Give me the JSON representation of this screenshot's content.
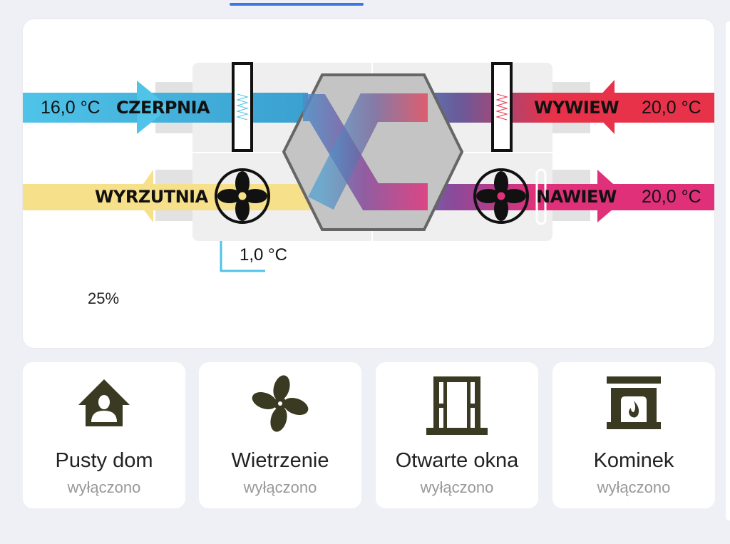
{
  "diagram": {
    "intake": {
      "label": "CZERPNIA",
      "temp": "16,0 °C"
    },
    "exhaust": {
      "label": "WYRZUTNIA"
    },
    "extract": {
      "label": "WYWIEW",
      "temp": "20,0 °C"
    },
    "supply": {
      "label": "NAWIEW",
      "temp": "20,0 °C"
    },
    "exhaust_temp": "1,0 °C",
    "fan_speed": "25%",
    "colors": {
      "intake": "#4fc3e8",
      "extract": "#e8324a",
      "supply": "#e0307a",
      "exhaust": "#f7e08a"
    }
  },
  "modes": [
    {
      "title": "Pusty dom",
      "state": "wyłączono",
      "icon": "home-person-icon"
    },
    {
      "title": "Wietrzenie",
      "state": "wyłączono",
      "icon": "fan-icon"
    },
    {
      "title": "Otwarte okna",
      "state": "wyłączono",
      "icon": "window-icon"
    },
    {
      "title": "Kominek",
      "state": "wyłączono",
      "icon": "fireplace-icon"
    }
  ]
}
